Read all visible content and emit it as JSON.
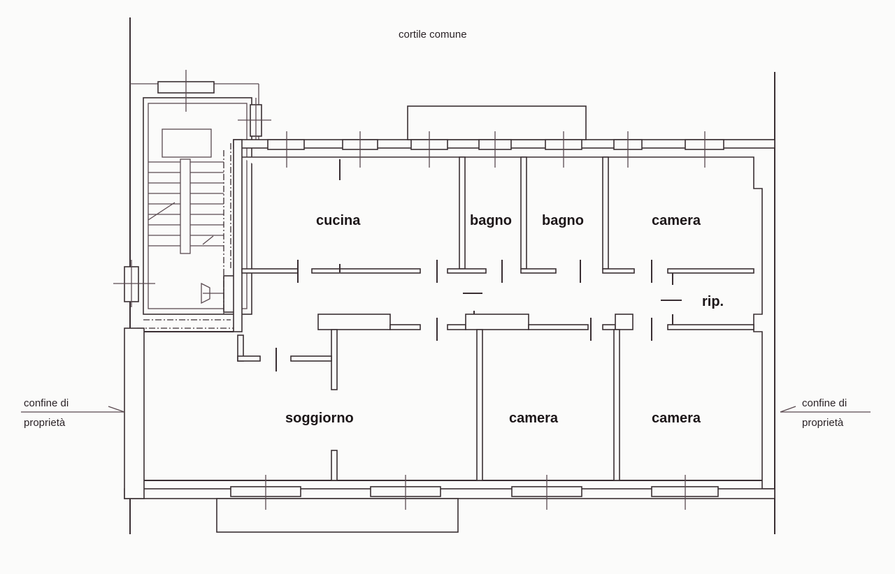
{
  "labels": {
    "courtyard": "cortile comune",
    "boundary_left_line1": "confine di",
    "boundary_left_line2": "proprietà",
    "boundary_right_line1": "confine di",
    "boundary_right_line2": "proprietà"
  },
  "rooms": {
    "kitchen": "cucina",
    "bath1": "bagno",
    "bath2": "bagno",
    "bedroom_top": "camera",
    "storage": "rip.",
    "living": "soggiorno",
    "bedroom_mid": "camera",
    "bedroom_right": "camera"
  },
  "colors": {
    "ink": "#3a2f33",
    "paper": "#fbfbfa"
  }
}
